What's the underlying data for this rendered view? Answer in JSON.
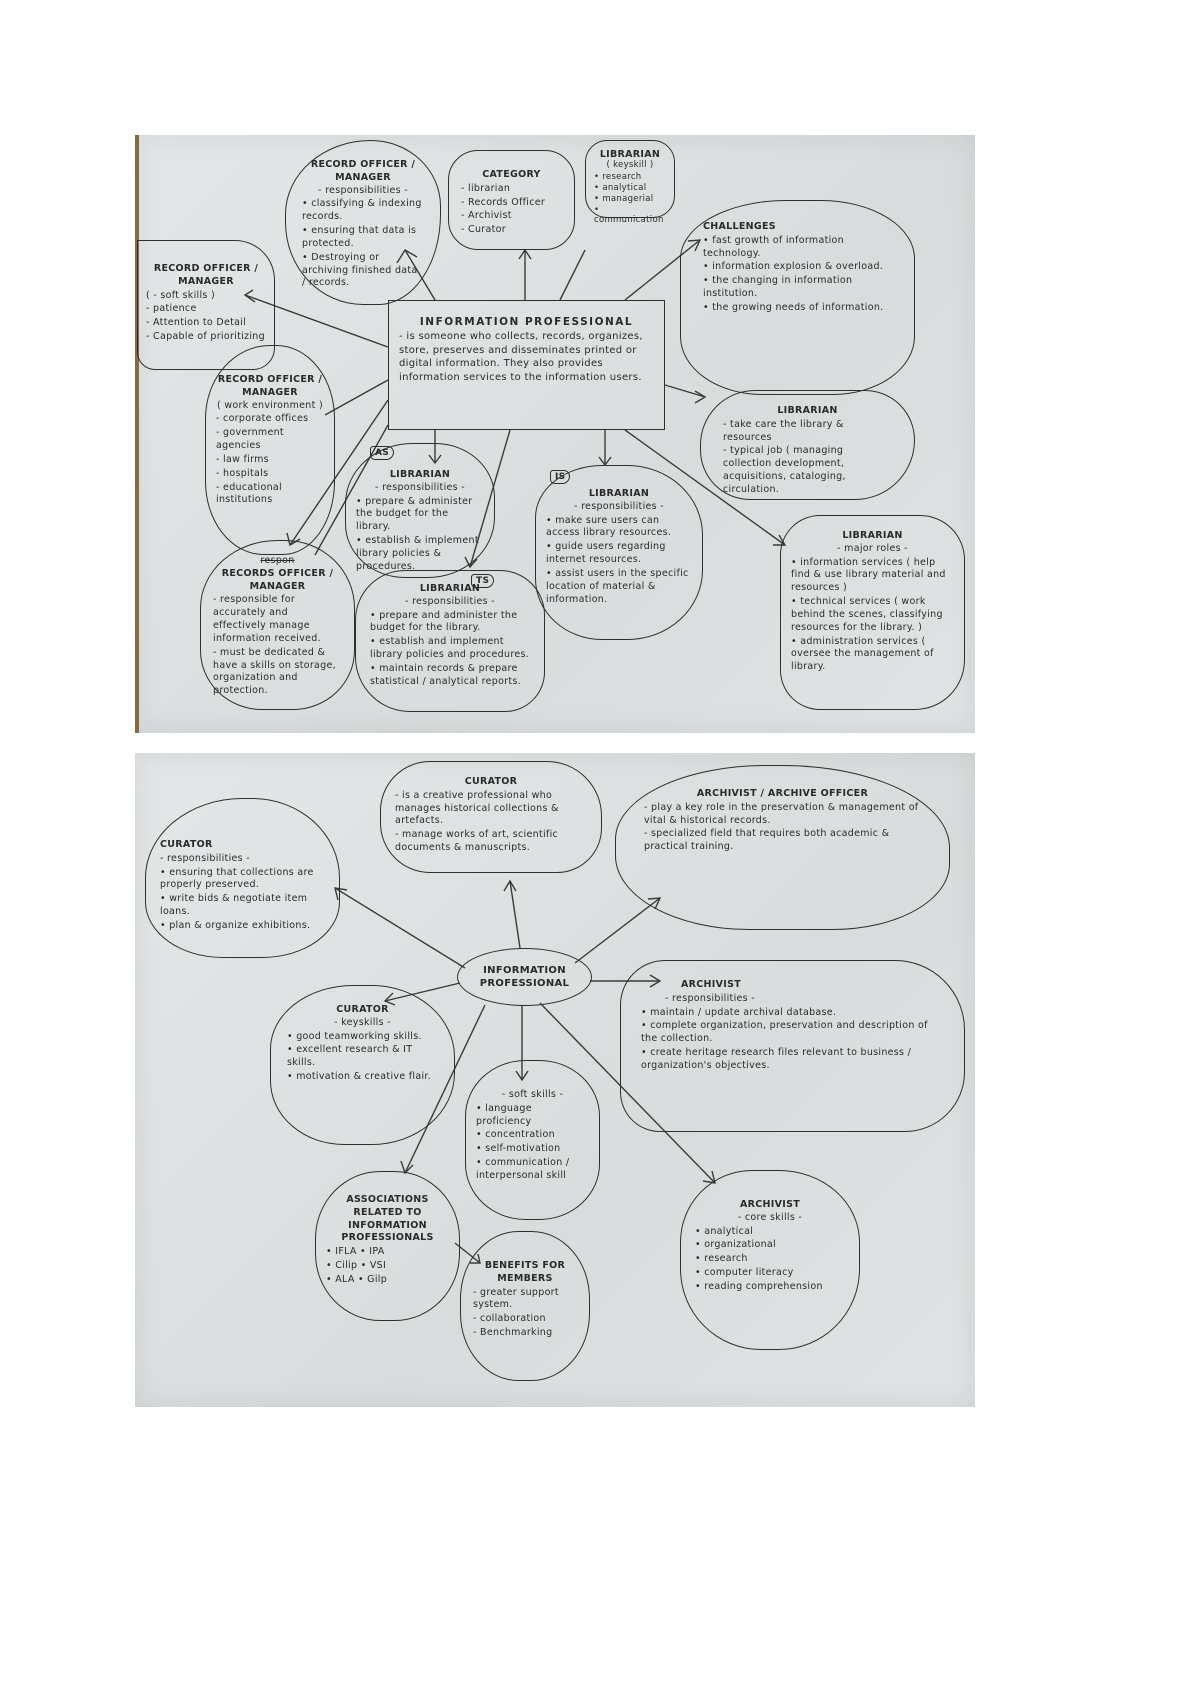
{
  "top_map": {
    "central": {
      "title": "INFORMATION PROFESSIONAL",
      "text": "- is someone who collects, records, organizes, store, preserves and disseminates printed or digital information. They also provides information services to the information users."
    },
    "nodes": [
      {
        "id": "ro-resp",
        "title": "RECORD OFFICER / MANAGER",
        "subtitle": "- responsibilities -",
        "items": [
          "• classifying & indexing records.",
          "• ensuring that data is protected.",
          "• Destroying or archiving finished data / records."
        ]
      },
      {
        "id": "category",
        "title": "CATEGORY",
        "subtitle": "",
        "items": [
          "- librarian",
          "- Records Officer",
          "- Archivist",
          "- Curator"
        ]
      },
      {
        "id": "lib-keyskill",
        "title": "LIBRARIAN",
        "subtitle": "( keyskill )",
        "items": [
          "• research",
          "• analytical",
          "• managerial",
          "• communication"
        ]
      },
      {
        "id": "challenges",
        "title": "CHALLENGES",
        "subtitle": "",
        "items": [
          "• fast growth of information technology.",
          "• information explosion & overload.",
          "• the changing in information institution.",
          "• the growing needs of information."
        ]
      },
      {
        "id": "ro-soft",
        "title": "RECORD OFFICER / MANAGER",
        "subtitle": "( - soft skills )",
        "items": [
          "- patience",
          "- Attention to Detail",
          "- Capable of prioritizing"
        ]
      },
      {
        "id": "ro-work",
        "title": "RECORD OFFICER / MANAGER",
        "subtitle": "( work environment )",
        "items": [
          "- corporate offices",
          "- government agencies",
          "- law firms",
          "- hospitals",
          "- educational institutions"
        ]
      },
      {
        "id": "lib-as",
        "tag": "AS",
        "title": "LIBRARIAN",
        "subtitle": "- responsibilities -",
        "items": [
          "• prepare & administer the budget for the library.",
          "• establish & implement library policies & procedures."
        ]
      },
      {
        "id": "lib-care",
        "title": "LIBRARIAN",
        "subtitle": "",
        "items": [
          "- take care the library & resources",
          "- typical job ( managing collection development, acquisitions, cataloging, circulation."
        ]
      },
      {
        "id": "lib-is",
        "tag": "IS",
        "title": "LIBRARIAN",
        "subtitle": "- responsibilities -",
        "items": [
          "• make sure users can access library resources.",
          "• guide users regarding internet resources.",
          "• assist users in the specific location of material & information."
        ]
      },
      {
        "id": "lib-roles",
        "title": "LIBRARIAN",
        "subtitle": "- major roles -",
        "items": [
          "• information services ( help find & use library material and resources )",
          "• technical services ( work behind the scenes, classifying resources for the library. )",
          "• administration services ( oversee the management of library."
        ]
      },
      {
        "id": "rec-resp",
        "title": "RECORDS OFFICER / MANAGER",
        "strike": "respon",
        "subtitle": "",
        "items": [
          "- responsible for accurately and effectively manage information received.",
          "- must be dedicated & have a skills on storage, organization and protection."
        ]
      },
      {
        "id": "lib-ts",
        "tag": "TS",
        "title": "LIBRARIAN",
        "subtitle": "- responsibilities -",
        "items": [
          "• prepare and administer the budget for the library.",
          "• establish and implement library policies and procedures.",
          "• maintain records & prepare statistical / analytical reports."
        ]
      }
    ]
  },
  "bottom_map": {
    "central": {
      "title": "INFORMATION PROFESSIONAL"
    },
    "nodes": [
      {
        "id": "cur-def",
        "title": "CURATOR",
        "subtitle": "",
        "items": [
          "- is a creative professional who manages historical collections & artefacts.",
          "- manage works of art, scientific documents & manuscripts."
        ]
      },
      {
        "id": "arch-officer",
        "title": "ARCHIVIST / ARCHIVE OFFICER",
        "subtitle": "",
        "items": [
          "- play a key role in the preservation & management of vital & historical records.",
          "- specialized field that requires both academic & practical training."
        ]
      },
      {
        "id": "cur-resp",
        "title": "CURATOR",
        "subtitle": "- responsibilities -",
        "items": [
          "• ensuring that collections are properly preserved.",
          "• write bids & negotiate item loans.",
          "• plan & organize exhibitions."
        ]
      },
      {
        "id": "cur-key",
        "title": "CURATOR",
        "subtitle": "- keyskills -",
        "items": [
          "• good teamworking skills.",
          "• excellent research & IT skills.",
          "• motivation & creative flair."
        ]
      },
      {
        "id": "arch-resp",
        "title": "ARCHIVIST",
        "subtitle": "- responsibilities -",
        "items": [
          "• maintain / update archival database.",
          "• complete organization, preservation and description of the collection.",
          "• create heritage research files relevant to business / organization's objectives."
        ]
      },
      {
        "id": "soft",
        "title": "",
        "subtitle": "- soft skills -",
        "items": [
          "• language proficiency",
          "• concentration",
          "• self-motivation",
          "• communication / interpersonal skill"
        ]
      },
      {
        "id": "assoc",
        "title": "ASSOCIATIONS RELATED TO INFORMATION PROFESSIONALS",
        "subtitle": "",
        "items": [
          "• IFLA   • IPA",
          "• Cilip   • VSI",
          "• ALA   • Gilp"
        ]
      },
      {
        "id": "benefits",
        "title": "BENEFITS FOR MEMBERS",
        "subtitle": "",
        "items": [
          "- greater support system.",
          "- collaboration",
          "- Benchmarking"
        ]
      },
      {
        "id": "arch-core",
        "title": "ARCHIVIST",
        "subtitle": "- core skills -",
        "items": [
          "• analytical",
          "• organizational",
          "• research",
          "• computer literacy",
          "• reading comprehension"
        ]
      }
    ]
  },
  "colors": {
    "paper": "#dfe2e3",
    "ink": "#2f2f2f",
    "page": "#ffffff"
  }
}
